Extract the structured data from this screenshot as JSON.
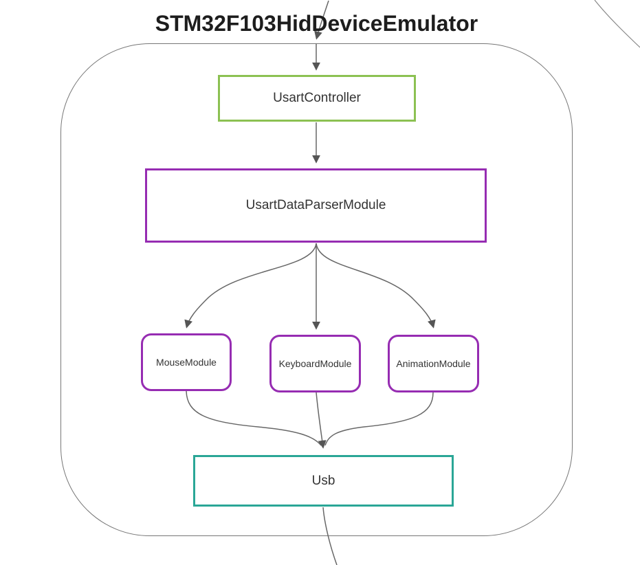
{
  "diagram": {
    "title": "STM32F103HidDeviceEmulator",
    "nodes": [
      {
        "id": "usart_controller",
        "label": "UsartController",
        "shape": "rect",
        "border_color": "#8cc152"
      },
      {
        "id": "usart_data_parser",
        "label": "UsartDataParserModule",
        "shape": "rect",
        "border_color": "#962cb2"
      },
      {
        "id": "mouse_module",
        "label": "MouseModule",
        "shape": "rounded",
        "border_color": "#962cb2"
      },
      {
        "id": "keyboard_module",
        "label": "KeyboardModule",
        "shape": "rounded",
        "border_color": "#962cb2"
      },
      {
        "id": "animation_module",
        "label": "AnimationModule",
        "shape": "rounded",
        "border_color": "#962cb2"
      },
      {
        "id": "usb",
        "label": "Usb",
        "shape": "rect",
        "border_color": "#2aa696"
      }
    ],
    "edges": [
      {
        "from": "external-top",
        "to": "STM32F103HidDeviceEmulator",
        "arrow": true
      },
      {
        "from": "STM32F103HidDeviceEmulator",
        "to": "UsartController",
        "arrow": true
      },
      {
        "from": "UsartController",
        "to": "UsartDataParserModule",
        "arrow": true
      },
      {
        "from": "UsartDataParserModule",
        "to": "MouseModule",
        "arrow": true
      },
      {
        "from": "UsartDataParserModule",
        "to": "KeyboardModule",
        "arrow": true
      },
      {
        "from": "UsartDataParserModule",
        "to": "AnimationModule",
        "arrow": true
      },
      {
        "from": "MouseModule",
        "to": "Usb",
        "arrow": true
      },
      {
        "from": "KeyboardModule",
        "to": "Usb",
        "arrow": true
      },
      {
        "from": "AnimationModule",
        "to": "Usb",
        "arrow": true
      },
      {
        "from": "Usb",
        "to": "external-bottom",
        "arrow": false
      },
      {
        "from": "external-top-right",
        "to": "external-right",
        "arrow": false
      }
    ],
    "colors": {
      "title_text": "#1d1d1d",
      "node_text": "#333333",
      "node_fill": "#ffffff",
      "edge_line": "#666666",
      "container_border": "#767676",
      "green_border": "#8cc152",
      "purple_border": "#962cb2",
      "teal_border": "#2aa696"
    }
  }
}
